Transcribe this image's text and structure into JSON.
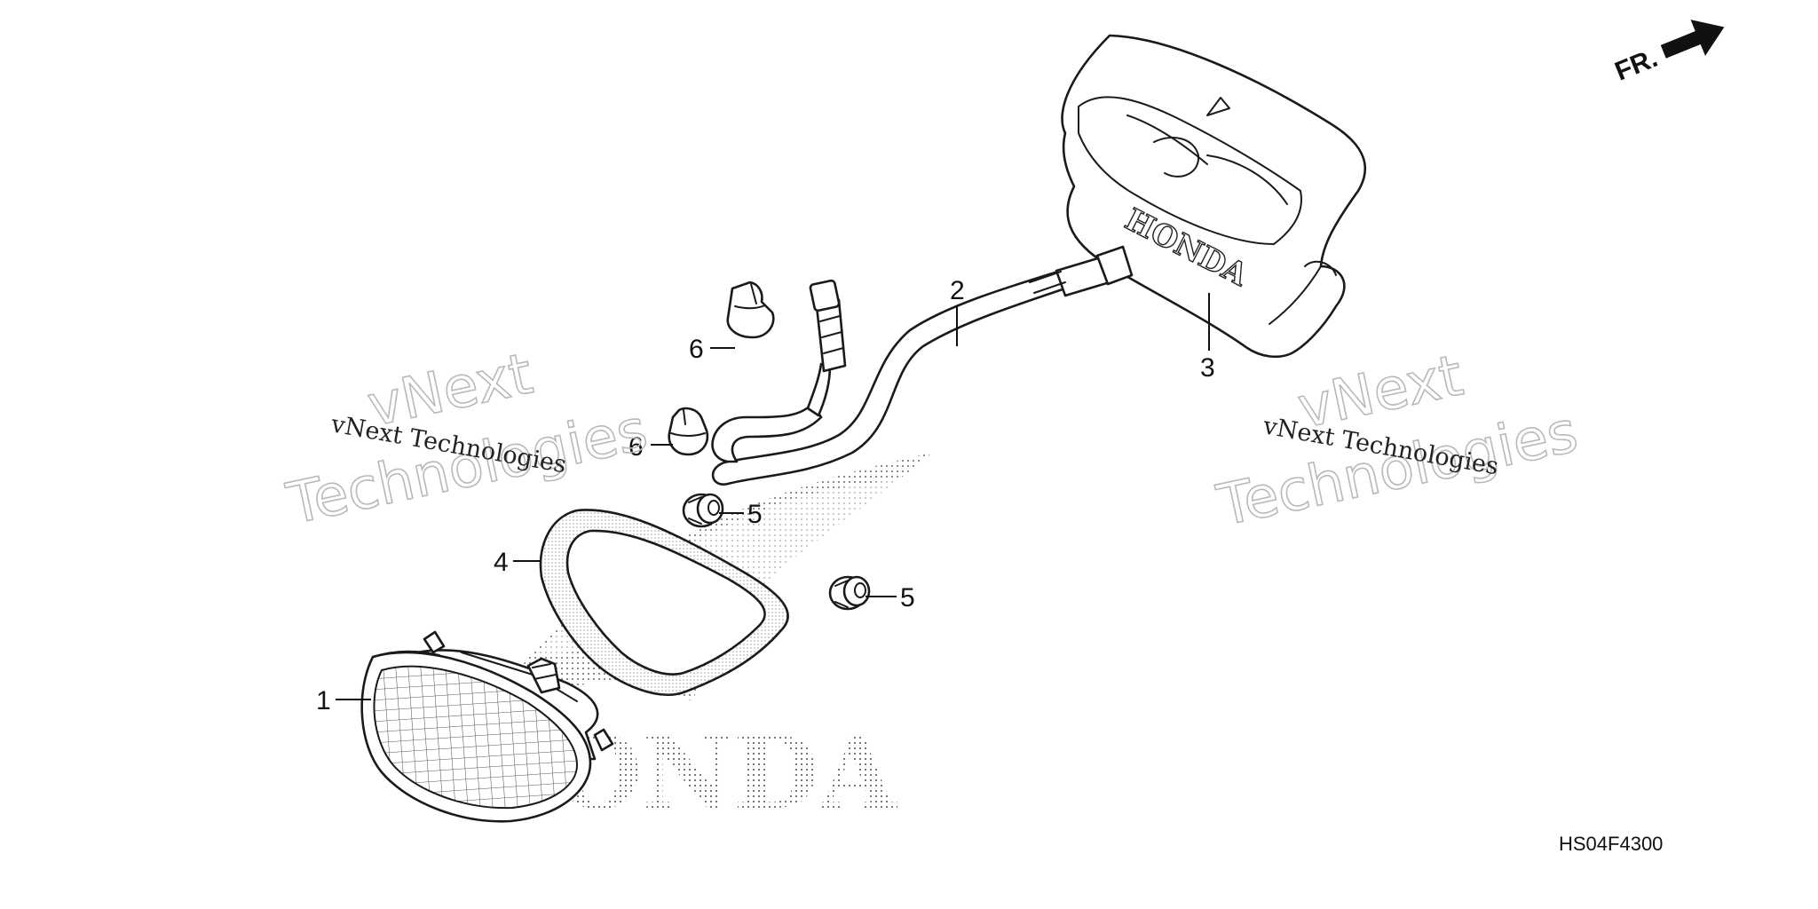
{
  "direction_label": "FR.",
  "diagram_code": "HS04F4300",
  "callouts": {
    "p1": "1",
    "p2": "2",
    "p3": "3",
    "p4": "4",
    "p5a": "5",
    "p5b": "5",
    "p6a": "6",
    "p6b": "6"
  },
  "watermarks": {
    "left": {
      "line1": "vNext Technologies",
      "line2": "vNext",
      "line3": "Technologies"
    },
    "right": {
      "line1": "vNext Technologies",
      "line2": "vNext",
      "line3": "Technologies"
    }
  },
  "brand_marks": {
    "cover_embossed": "HONDA",
    "background_logo": "HONDA"
  },
  "colors": {
    "ink": "#1a1a1a",
    "paper": "#ffffff",
    "watermark": "#b9b9b9"
  }
}
